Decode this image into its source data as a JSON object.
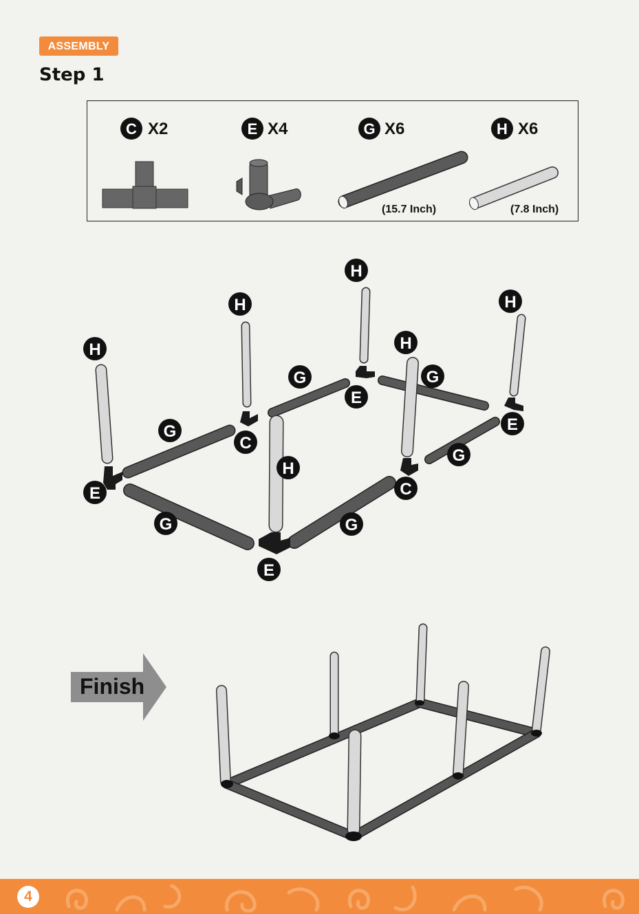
{
  "header": {
    "badge": "ASSEMBLY",
    "step": "Step 1"
  },
  "parts": [
    {
      "letter": "C",
      "qty": "X2"
    },
    {
      "letter": "E",
      "qty": "X4"
    },
    {
      "letter": "G",
      "qty": "X6",
      "length": "(15.7 Inch)"
    },
    {
      "letter": "H",
      "qty": "X6",
      "length": "(7.8 Inch)"
    }
  ],
  "callouts": {
    "C": "C",
    "E": "E",
    "G": "G",
    "H": "H"
  },
  "finish": {
    "label": "Finish"
  },
  "footer": {
    "page_number": "4"
  },
  "colors": {
    "accent": "#f28c3c",
    "dark_pipe": "#555555",
    "light_pipe": "#d9d9d9",
    "background": "#f2f2ee"
  }
}
